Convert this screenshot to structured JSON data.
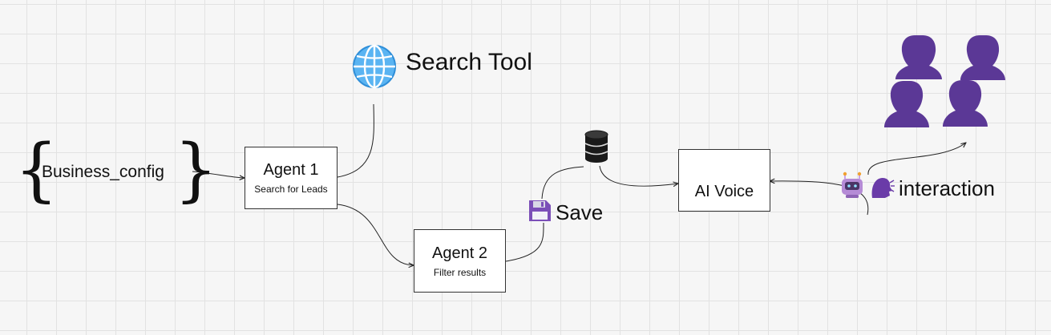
{
  "nodes": {
    "business_config": "Business_config",
    "agent1": {
      "title": "Agent 1",
      "subtitle": "Search for Leads"
    },
    "agent2": {
      "title": "Agent 2",
      "subtitle": "Filter results"
    },
    "search_tool": "Search Tool",
    "save": "Save",
    "ai_voice": "AI Voice",
    "interaction": "interaction"
  },
  "icons": {
    "search_tool": "globe-icon",
    "save": "floppy-disk-icon",
    "database": "database-icon",
    "ai_voice": "headphones-icon",
    "interaction_bot": "robot-icon",
    "interaction_speaker": "speaking-head-icon",
    "users": "users-group-icon"
  },
  "colors": {
    "user_silhouette": "#5b3896",
    "globe": "#3d9be9",
    "floppy": "#7b4fb8",
    "edge": "#222222"
  }
}
